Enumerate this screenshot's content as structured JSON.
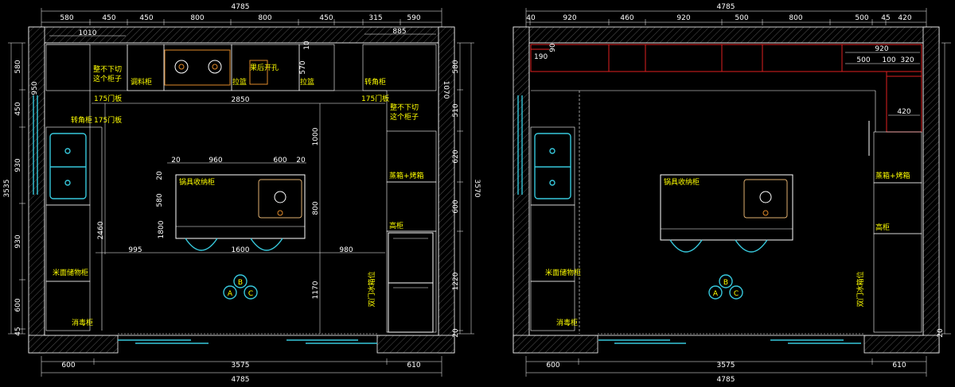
{
  "left_plan": {
    "top_dims": {
      "overall": "4785",
      "segments": [
        "580",
        "450",
        "450",
        "800",
        "800",
        "450",
        "315",
        "590"
      ],
      "upper_1010": "1010",
      "upper_885": "885"
    },
    "left_dims": [
      "580",
      "450",
      "930",
      "930",
      "600",
      "45"
    ],
    "left_overall": "3535",
    "left_inner": "950",
    "right_dims": [
      "580",
      "510",
      "620",
      "600",
      "1220",
      "20"
    ],
    "right_overall": "3570",
    "right_inner": "1070",
    "inner_dims": {
      "d2850": "2850",
      "d570": "570",
      "d1000": "1000",
      "d800": "800",
      "d2460": "2460",
      "d1170": "1170",
      "d995": "995",
      "d1600": "1600",
      "d980": "980",
      "d20a": "20",
      "d960": "960",
      "d600": "600",
      "d20b": "20",
      "d580": "580",
      "d20c": "20",
      "d1800": "1800",
      "d10": "10"
    },
    "bottom_dims": {
      "a": "600",
      "b": "3575",
      "c": "610",
      "overall": "4785"
    },
    "labels": {
      "cabinet_no_cut_top": "整不下切这个柜子",
      "cabinet_no_cut_right": "整不下切这个柜子",
      "seasoning": "调料柜",
      "pull_basket_1": "拉篮",
      "pull_basket_2": "拉篮",
      "corner_top": "转角柜",
      "corner_left": "转角柜",
      "sink_board": "果后开孔",
      "door_175_1": "175门板",
      "door_175_2": "175门板",
      "door_175_3": "175门板",
      "island": "锅具收纳柜",
      "oven": "蒸箱+烤箱",
      "tall": "高柜",
      "rice": "米面储物柜",
      "disinfect": "消毒柜",
      "double_door": "双门冰箱位"
    },
    "circles": [
      "A",
      "B",
      "C"
    ]
  },
  "right_plan": {
    "top_dims": {
      "overall": "4785",
      "segments": [
        "40",
        "920",
        "460",
        "920",
        "500",
        "800",
        "500",
        "45",
        "420"
      ]
    },
    "red_dims": {
      "d190": "190",
      "d90": "90",
      "d920": "920",
      "d500": "500",
      "d100": "100",
      "d320": "320",
      "d420": "420"
    },
    "bottom_dims": {
      "a": "600",
      "b": "3575",
      "c": "610",
      "overall": "4785"
    },
    "right_dims": [
      "20"
    ],
    "labels": {
      "island": "锅具收纳柜",
      "oven": "蒸箱+烤箱",
      "tall": "高柜",
      "rice": "米面储物柜",
      "disinfect": "消毒柜",
      "double_door": "双门冰箱位"
    },
    "circles": [
      "A",
      "B",
      "C"
    ]
  },
  "colors": {
    "background": "#000000",
    "line": "#ffffff",
    "label": "#ffff00",
    "fixture": "#37c8dc",
    "upper_cabinet": "#e02020"
  }
}
